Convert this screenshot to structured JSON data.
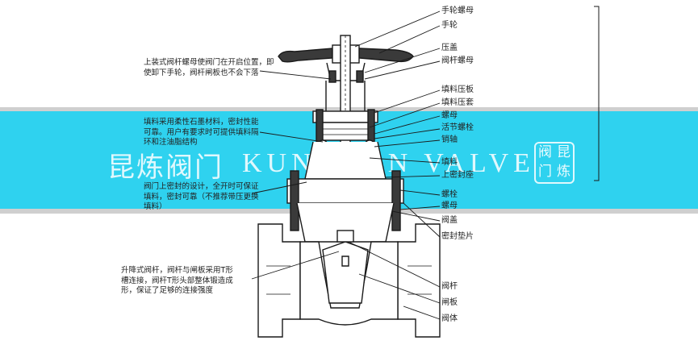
{
  "watermark": {
    "brand_cn": "昆炼阀门",
    "brand_en": "KUN LIAN VALVE",
    "seal_chars": [
      "阀",
      "昆",
      "门",
      "炼"
    ]
  },
  "notes": {
    "top_nut": "上装式阀杆螺母使阀门在开启位置，即\n使卸下手轮，阀杆闸板也不会下落",
    "packing": "填料采用柔性石墨材料，密封性能\n可靠。用户有要求时可提供填料隔\n环和注油脂结构",
    "seal": "阀门上密封的设计，全开时可保证\n填料，密封可靠（不推荐带压更换\n填料）",
    "stem": "升降式阀杆，阀杆与闸板采用T形\n槽连接，阀杆T形头部整体锻造成\n形，保证了足够的连接强度"
  },
  "labels": [
    "手轮螺母",
    "手轮",
    "压盖",
    "阀杆螺母",
    "填料压板",
    "填料压套",
    "螺母",
    "活节螺栓",
    "销轴",
    "填料",
    "上密封座",
    "螺栓",
    "螺母",
    "阀盖",
    "密封垫片",
    "阀杆",
    "闸板",
    "阀体"
  ],
  "colors": {
    "band": "#2fd2ef",
    "band_edge": "#cfcfcf",
    "line": "#1a1a1a",
    "watermark": "#ffffff"
  }
}
